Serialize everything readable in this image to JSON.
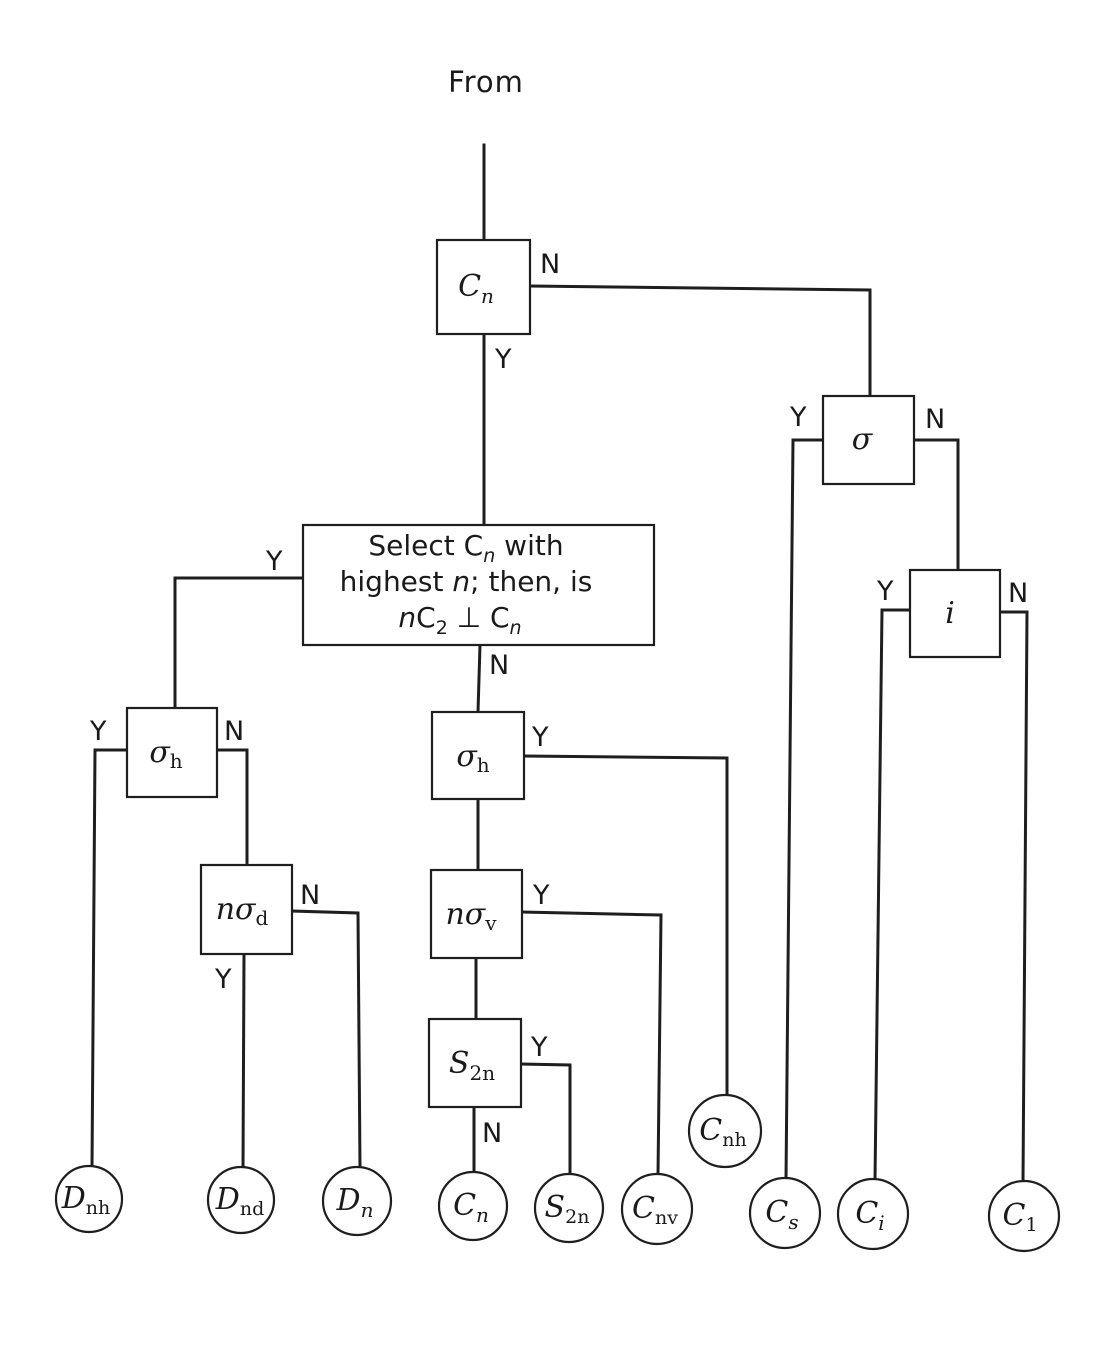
{
  "diagram": {
    "heading": "From",
    "answers": {
      "yes": "Y",
      "no": "N"
    },
    "decisions": {
      "cn": {
        "base": "C",
        "sub": "n"
      },
      "sigma": {
        "base": "σ",
        "sub": ""
      },
      "inv": {
        "base": "i",
        "sub": ""
      },
      "select": {
        "line1": "Select C",
        "line1_sub": "n",
        "line1_end": " with",
        "line2a": "highest ",
        "line2b": "n",
        "line2c": "; then, is",
        "line3a": "n",
        "line3b": "C",
        "line3c": "2",
        "line3d": " ⊥ C",
        "line3e": "n"
      },
      "sigma_h_left": {
        "base": "σ",
        "sub": "h"
      },
      "sigma_h_right": {
        "base": "σ",
        "sub": "h"
      },
      "n_sigma_d": {
        "pre": "n",
        "base": "σ",
        "sub": "d"
      },
      "n_sigma_v": {
        "pre": "n",
        "base": "σ",
        "sub": "v"
      },
      "s2n": {
        "base": "S",
        "sub": "2n"
      }
    },
    "results": {
      "dnh": {
        "base": "D",
        "sub": "nh"
      },
      "dnd": {
        "base": "D",
        "sub": "nd"
      },
      "dn": {
        "base": "D",
        "sub": "n"
      },
      "cn": {
        "base": "C",
        "sub": "n"
      },
      "s2n": {
        "base": "S",
        "sub": "2n"
      },
      "cnv": {
        "base": "C",
        "sub": "nv"
      },
      "cnh": {
        "base": "C",
        "sub": "nh"
      },
      "cs": {
        "base": "C",
        "sub": "s"
      },
      "ci": {
        "base": "C",
        "sub": "i"
      },
      "c1": {
        "base": "C",
        "sub": "1"
      }
    }
  }
}
